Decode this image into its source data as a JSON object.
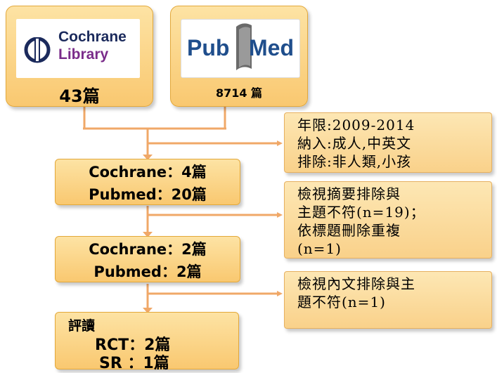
{
  "source_cochrane": {
    "logo_line1": "Cochrane",
    "logo_line2": "Library",
    "count": "43篇"
  },
  "source_pubmed": {
    "logo_text_left": "Pub",
    "logo_text_right": "Med",
    "count": "8714 篇"
  },
  "step1": {
    "line1": "Cochrane：4篇",
    "line2": "Pubmed：20篇"
  },
  "step2": {
    "line1": "Cochrane：2篇",
    "line2": "Pubmed：2篇"
  },
  "final": {
    "heading": "評讀",
    "line1": "RCT：2篇",
    "line2": "SR ：1篇"
  },
  "note1": {
    "line1": "年限:2009-2014",
    "line2": "納入:成人,中英文",
    "line3": "排除:非人類,小孩"
  },
  "note2": {
    "line1": "檢視摘要排除與",
    "line2": "主題不符(n=19)；",
    "line3": "依標題刪除重複",
    "line4": "(n=1)"
  },
  "note3": {
    "line1": "檢視內文排除與主",
    "line2": "題不符(n=1)"
  },
  "colors": {
    "box_fill": "#fbd48a",
    "box_border": "#e3a83a",
    "connector": "#f0a868",
    "cochrane_navy": "#1b2a5c",
    "cochrane_purple": "#7a2c8a",
    "pubmed_blue": "#1f4e8c"
  }
}
